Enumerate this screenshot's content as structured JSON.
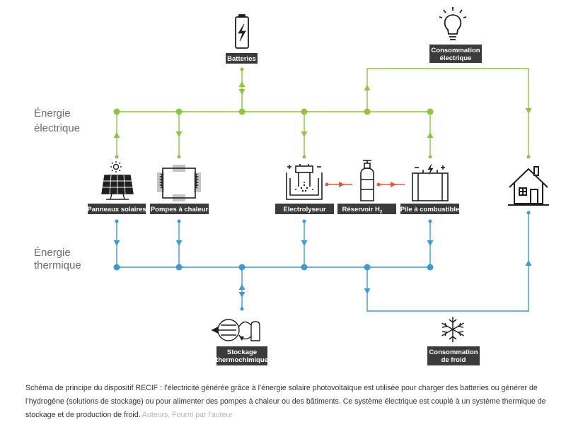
{
  "colors": {
    "electric": "#8cc63f",
    "thermal": "#3a9bd5",
    "hydrogen": "#e8553a",
    "dark": "#3b3b3b",
    "text": "#6b6b6b"
  },
  "buses": {
    "electric": {
      "line1": "Énergie",
      "line2": "électrique"
    },
    "thermal": {
      "line1": "Énergie",
      "line2": "thermique"
    }
  },
  "nodes": {
    "batteries": "Batteries",
    "consommation_electrique": {
      "line1": "Consommation",
      "line2": "électrique"
    },
    "panneaux": "Panneaux solaires",
    "pompes": "Pompes à chaleur",
    "electrolyseur": "Electrolyseur",
    "reservoir": {
      "text": "Réservoir H",
      "sub": "2"
    },
    "pile": "Pile à combustible",
    "stockage": {
      "line1": "Stockage",
      "line2": "thermochimique"
    },
    "consommation_froid": {
      "line1": "Consommation",
      "line2": "de froid"
    }
  },
  "icons": [
    "battery-icon",
    "light-bulb-icon",
    "solar-panel-icon",
    "heat-pump-icon",
    "electrolyser-icon",
    "hydrogen-tank-icon",
    "fuel-cell-icon",
    "house-icon",
    "thermochemical-storage-icon",
    "snowflake-icon"
  ],
  "caption": {
    "text": "Schéma de principe du dispositif RECIF : l’électricité générée grâce à l’énergie solaire photovoltaïque est utilisée pour charger des batteries ou générer de l’hydrogène (solutions de stockage) ou pour alimenter des pompes à chaleur ou des bâtiments. Ce système électrique est couplé à un système thermique de stockage et de production de froid.",
    "credit": "Auteurs, Fourni par l'auteur"
  }
}
